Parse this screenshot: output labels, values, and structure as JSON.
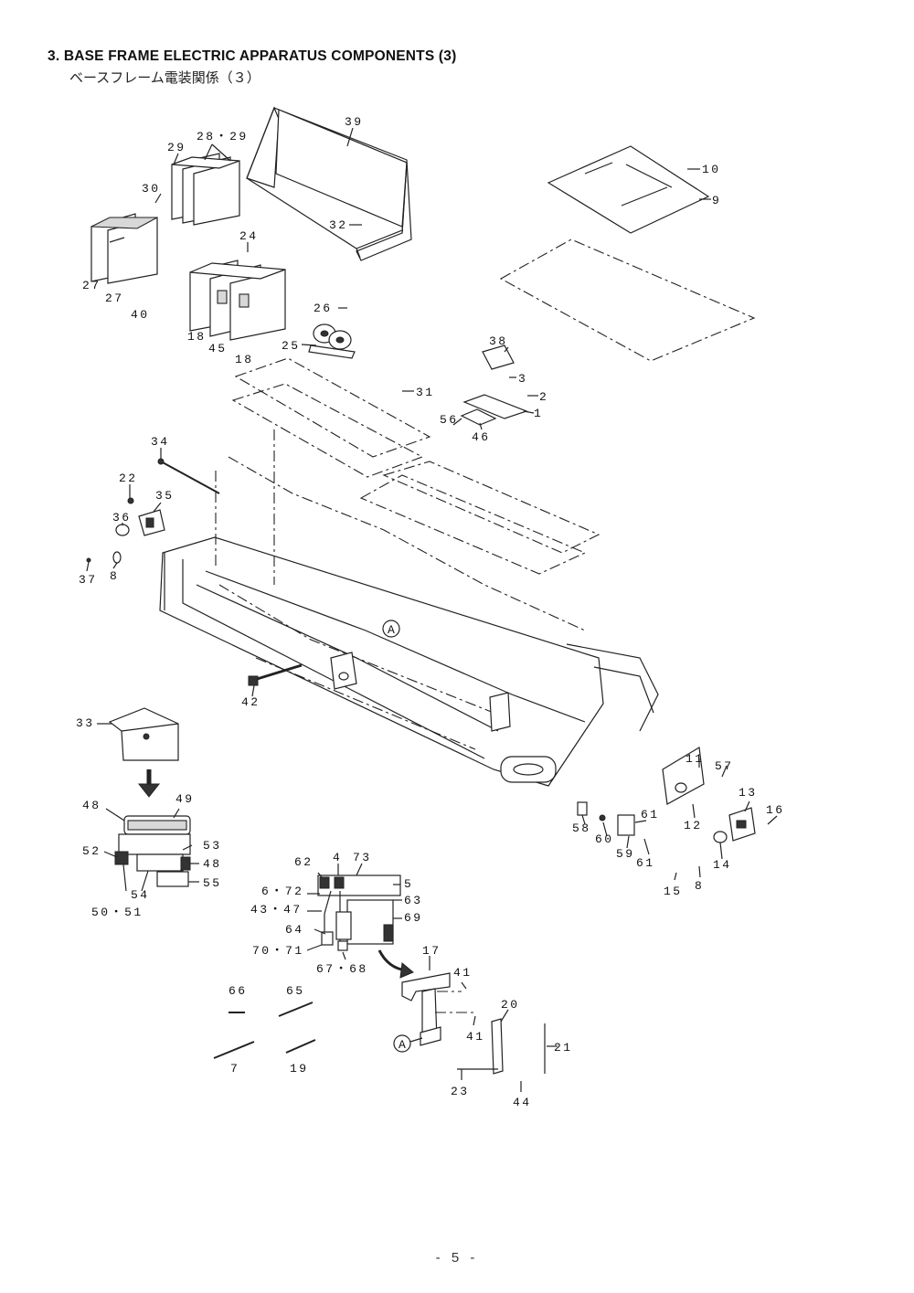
{
  "header": {
    "title": "3.  BASE FRAME ELECTRIC APPARATUS COMPONENTS (3)",
    "subtitle": "ベースフレーム電装関係（３）"
  },
  "footer": {
    "page": "- 5 -"
  },
  "callouts": {
    "c1": "1",
    "c2": "2",
    "c3": "3",
    "c4": "4",
    "c5": "5",
    "c6_72": "6・72",
    "c7": "7",
    "c8a": "8",
    "c8b": "8",
    "c9": "9",
    "c10": "10",
    "c11": "11",
    "c12": "12",
    "c13": "13",
    "c14": "14",
    "c15": "15",
    "c16": "16",
    "c17": "17",
    "c18a": "18",
    "c18b": "18",
    "c19": "19",
    "c20": "20",
    "c21": "21",
    "c22": "22",
    "c23": "23",
    "c24": "24",
    "c25": "25",
    "c26": "26",
    "c27a": "27",
    "c27b": "27",
    "c28_29": "28・29",
    "c29": "29",
    "c30": "30",
    "c31": "31",
    "c32": "32",
    "c33": "33",
    "c34": "34",
    "c35": "35",
    "c36": "36",
    "c37": "37",
    "c38": "38",
    "c39": "39",
    "c40": "40",
    "c41a": "41",
    "c41b": "41",
    "c42": "42",
    "c43_47": "43・47",
    "c44": "44",
    "c45": "45",
    "c46": "46",
    "c48a": "48",
    "c48b": "48",
    "c49": "49",
    "c50_51": "50・51",
    "c52": "52",
    "c53": "53",
    "c54": "54",
    "c55": "55",
    "c56": "56",
    "c57": "57",
    "c58": "58",
    "c59": "59",
    "c60": "60",
    "c61a": "61",
    "c61b": "61",
    "c62": "62",
    "c63": "63",
    "c64": "64",
    "c65": "65",
    "c66": "66",
    "c67_68": "67・68",
    "c69": "69",
    "c70_71": "70・71",
    "c73": "73",
    "refA1": "A",
    "refA2": "A"
  }
}
